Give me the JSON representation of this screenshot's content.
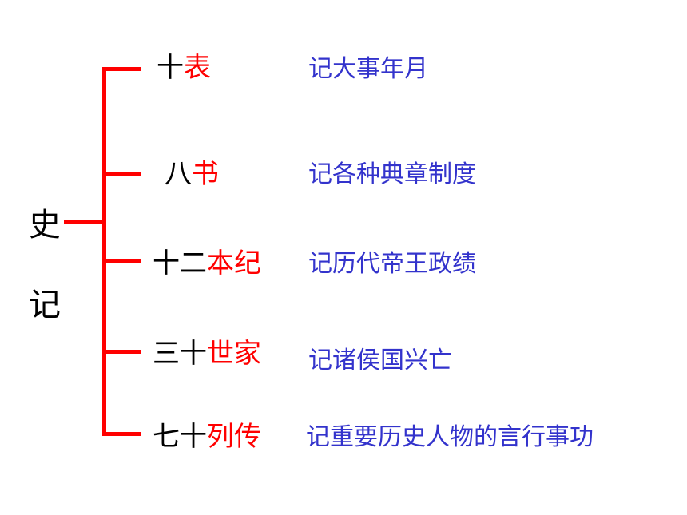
{
  "root": {
    "char1": "史",
    "char2": "记"
  },
  "colors": {
    "line": "#ff0000",
    "keyword": "#ff0000",
    "number": "#000000",
    "description": "#3333cc"
  },
  "branches": [
    {
      "number": "十",
      "keyword": "表",
      "description": "记大事年月"
    },
    {
      "number": "八",
      "keyword": "书",
      "description": "记各种典章制度"
    },
    {
      "number": "十二",
      "keyword": "本纪",
      "description": "记历代帝王政绩"
    },
    {
      "number": "三十",
      "keyword": "世家",
      "description": "记诸侯国兴亡"
    },
    {
      "number": "七十",
      "keyword": "列传",
      "description": "记重要历史人物的言行事功"
    }
  ]
}
